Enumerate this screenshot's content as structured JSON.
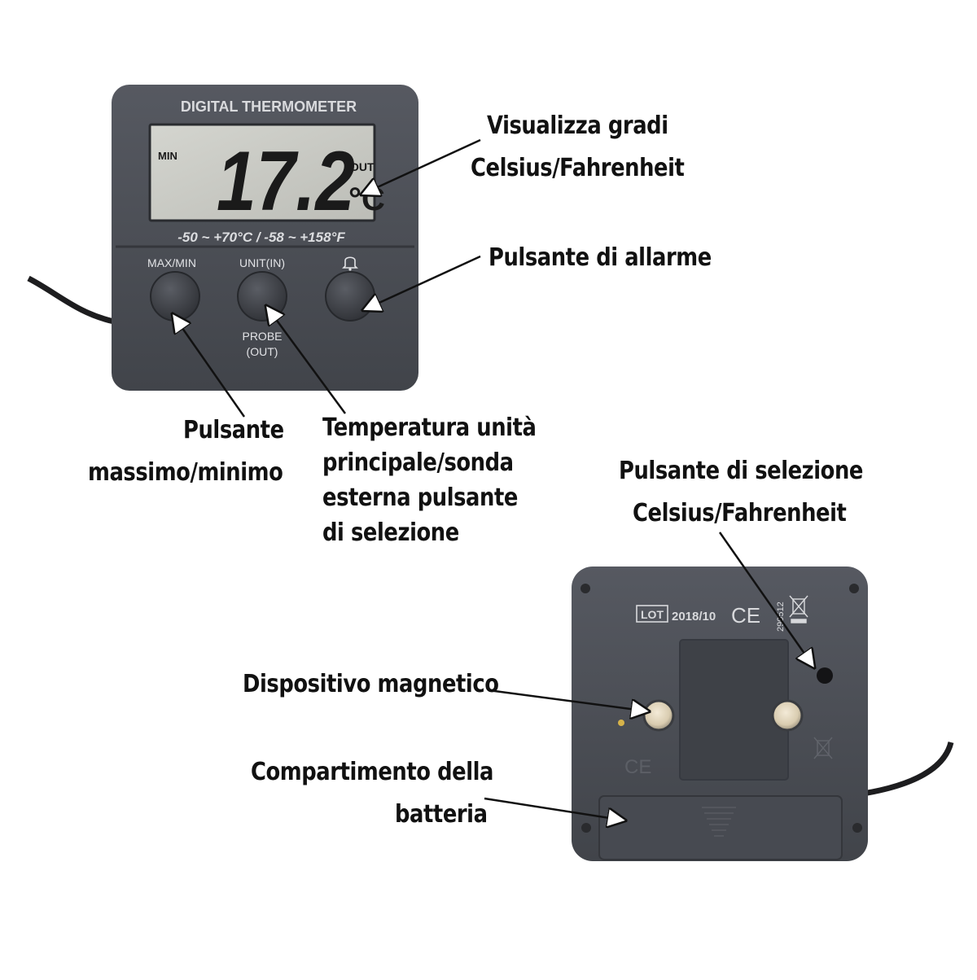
{
  "front_device": {
    "brand_text": "DIGITAL THERMOMETER",
    "lcd": {
      "reading": "17.2",
      "mode": "MIN",
      "channel": "OUT",
      "unit": "°C"
    },
    "range_text": "-50 ~ +70°C / -58 ~ +158°F",
    "buttons": [
      {
        "label": "MAX/MIN"
      },
      {
        "label": "UNIT(IN)"
      },
      {
        "label": "",
        "icon": "bell-icon"
      }
    ],
    "probe_label": [
      "PROBE",
      "(OUT)"
    ]
  },
  "back_device": {
    "lot_box": "LOT",
    "lot_date": "2018/10",
    "ce_mark": "CE",
    "serial": "290512"
  },
  "callouts": {
    "display": [
      "Visualizza gradi",
      "Celsius/Fahrenheit"
    ],
    "alarm": [
      "Pulsante di allarme"
    ],
    "maxmin": [
      "Pulsante",
      "massimo/minimo"
    ],
    "unit_select": [
      "Temperatura unità",
      "principale/sonda",
      "esterna pulsante",
      "di selezione"
    ],
    "cf_select": [
      "Pulsante di selezione",
      "Celsius/Fahrenheit"
    ],
    "magnet": [
      "Dispositivo magnetico"
    ],
    "battery": [
      "Compartimento della",
      "batteria"
    ]
  },
  "colors": {
    "device_body": "#4a4d54",
    "lcd_bg": "#c9cac4",
    "lcd_digits": "#1a1a1a",
    "text": "#111111"
  }
}
